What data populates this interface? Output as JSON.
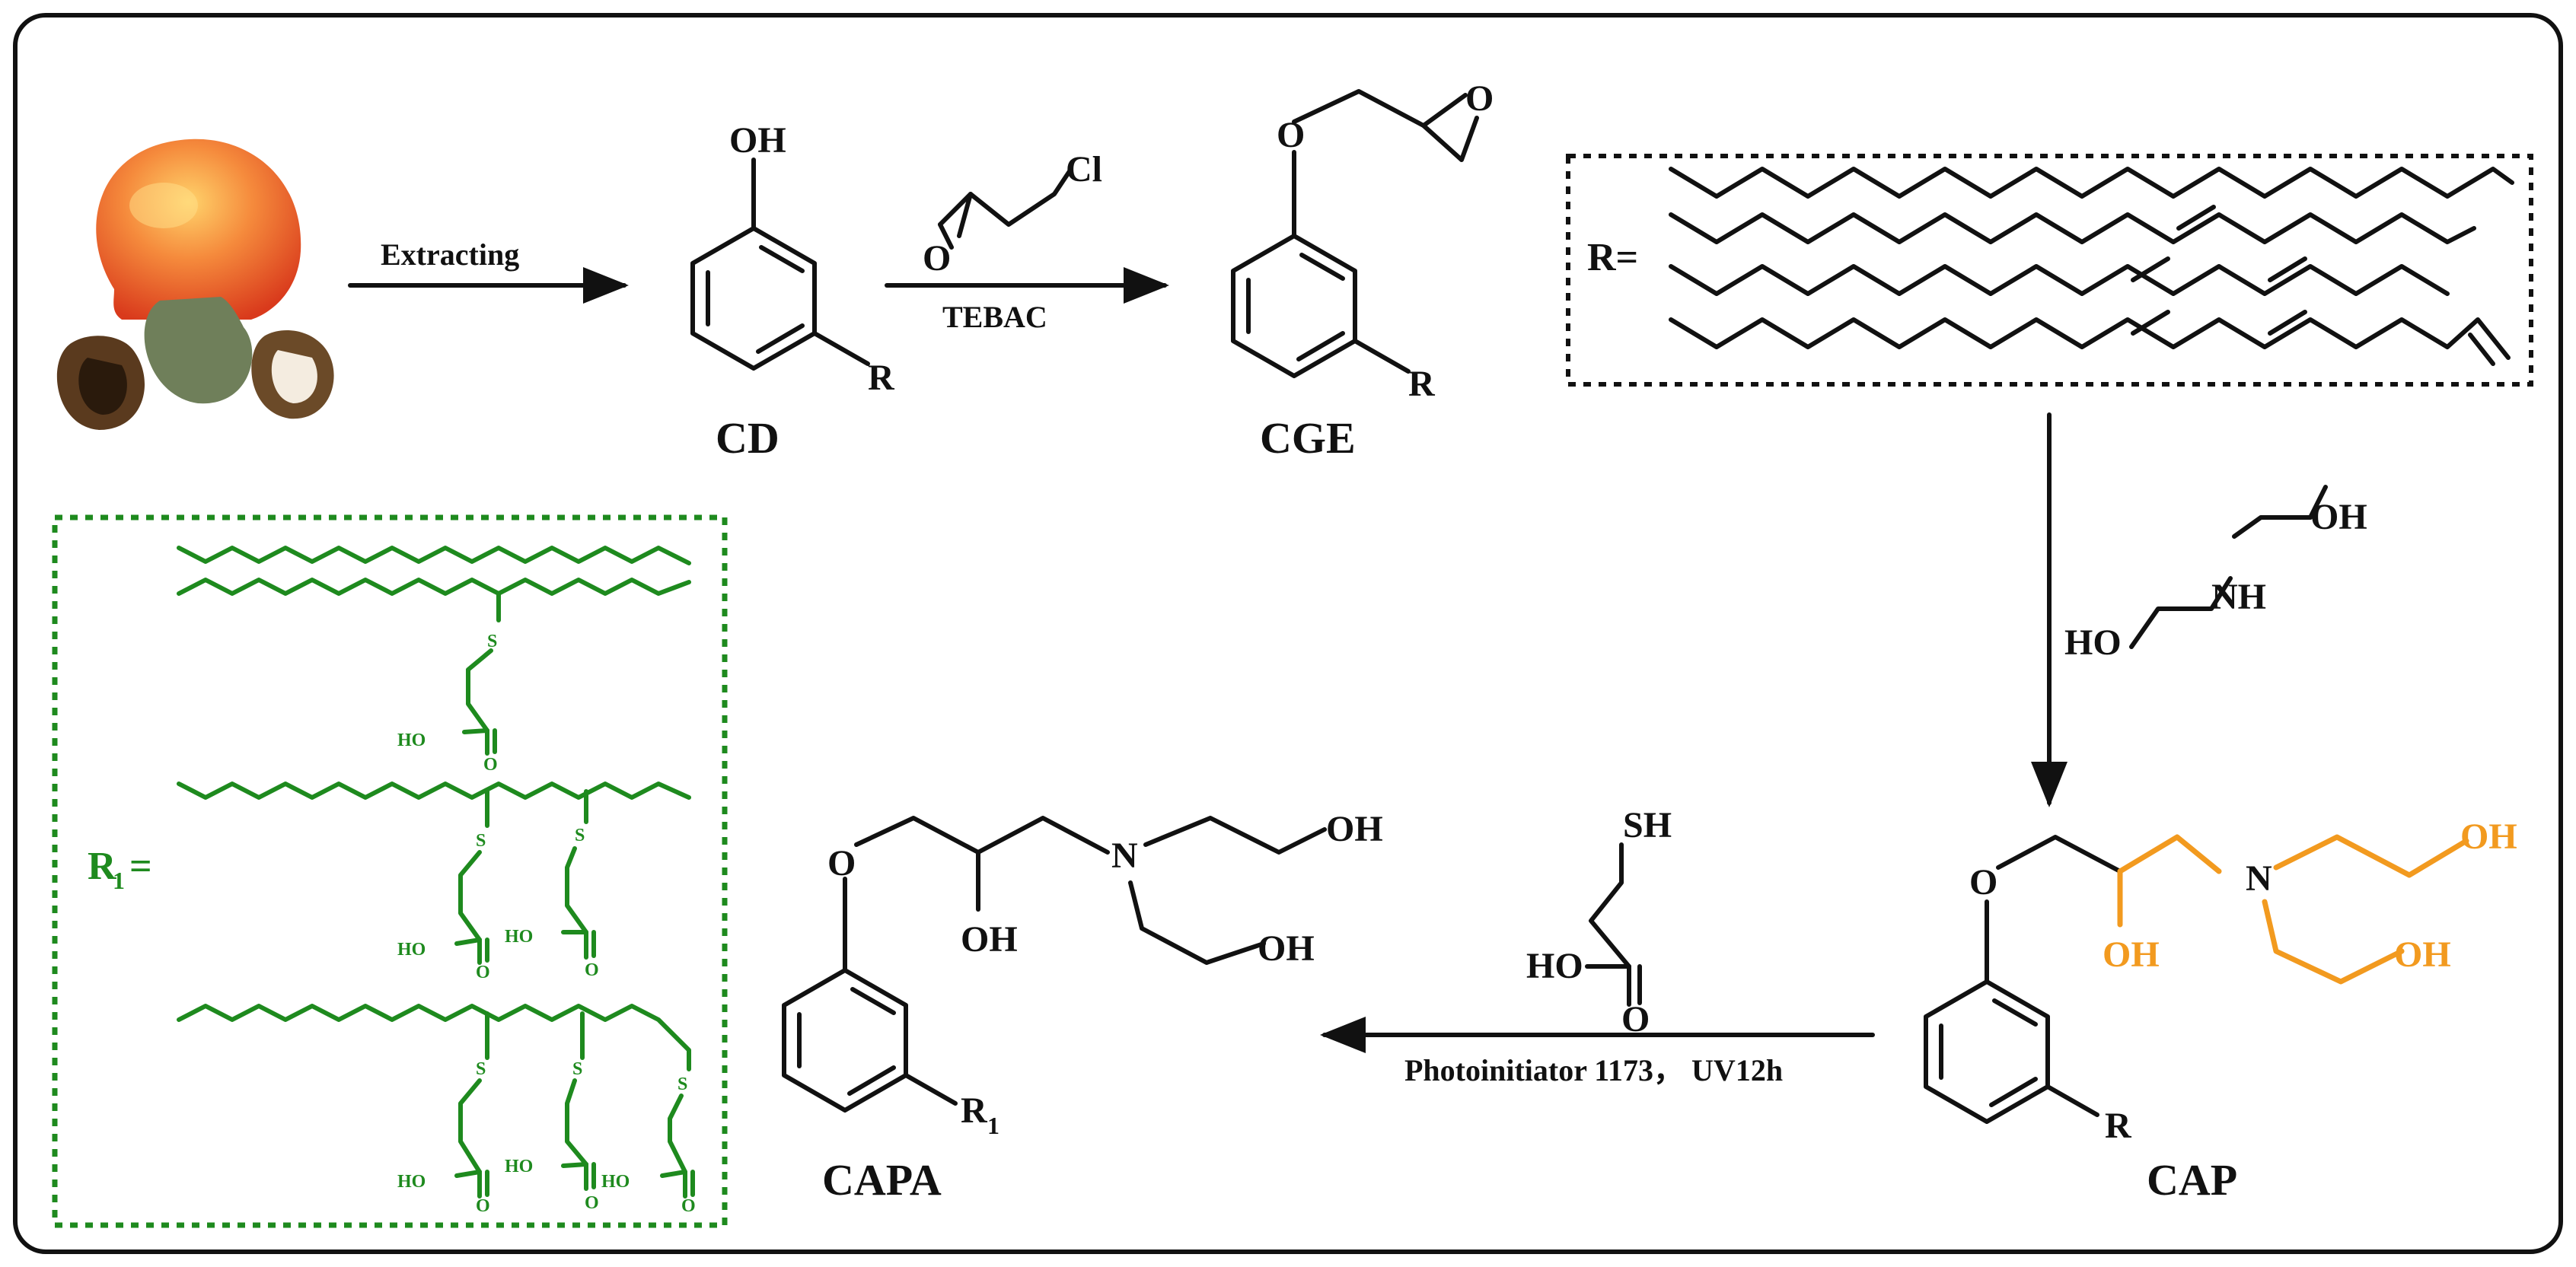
{
  "scheme": {
    "steps": {
      "extract": "Extracting",
      "etherify": "TEBAC",
      "thiol_ene": "Photoinitiator 1173， UV12h"
    },
    "compounds": {
      "cd": "CD",
      "cge": "CGE",
      "cap": "CAP",
      "capa": "CAPA"
    },
    "labels": {
      "r_def": "R=",
      "r1_def": "R",
      "r1_sub": "1",
      "r1_eq": "=",
      "substituent_r": "R",
      "oh": "OH",
      "o": "O",
      "n": "N",
      "nh": "NH",
      "ho": "HO",
      "cl": "Cl",
      "sh": "SH",
      "s": "S"
    },
    "colors": {
      "border": "#111111",
      "r_box": "#111111",
      "r1_box": "#1e8a1e",
      "highlight": "#f29a1f",
      "side_chain": "#1e8a1e"
    }
  }
}
